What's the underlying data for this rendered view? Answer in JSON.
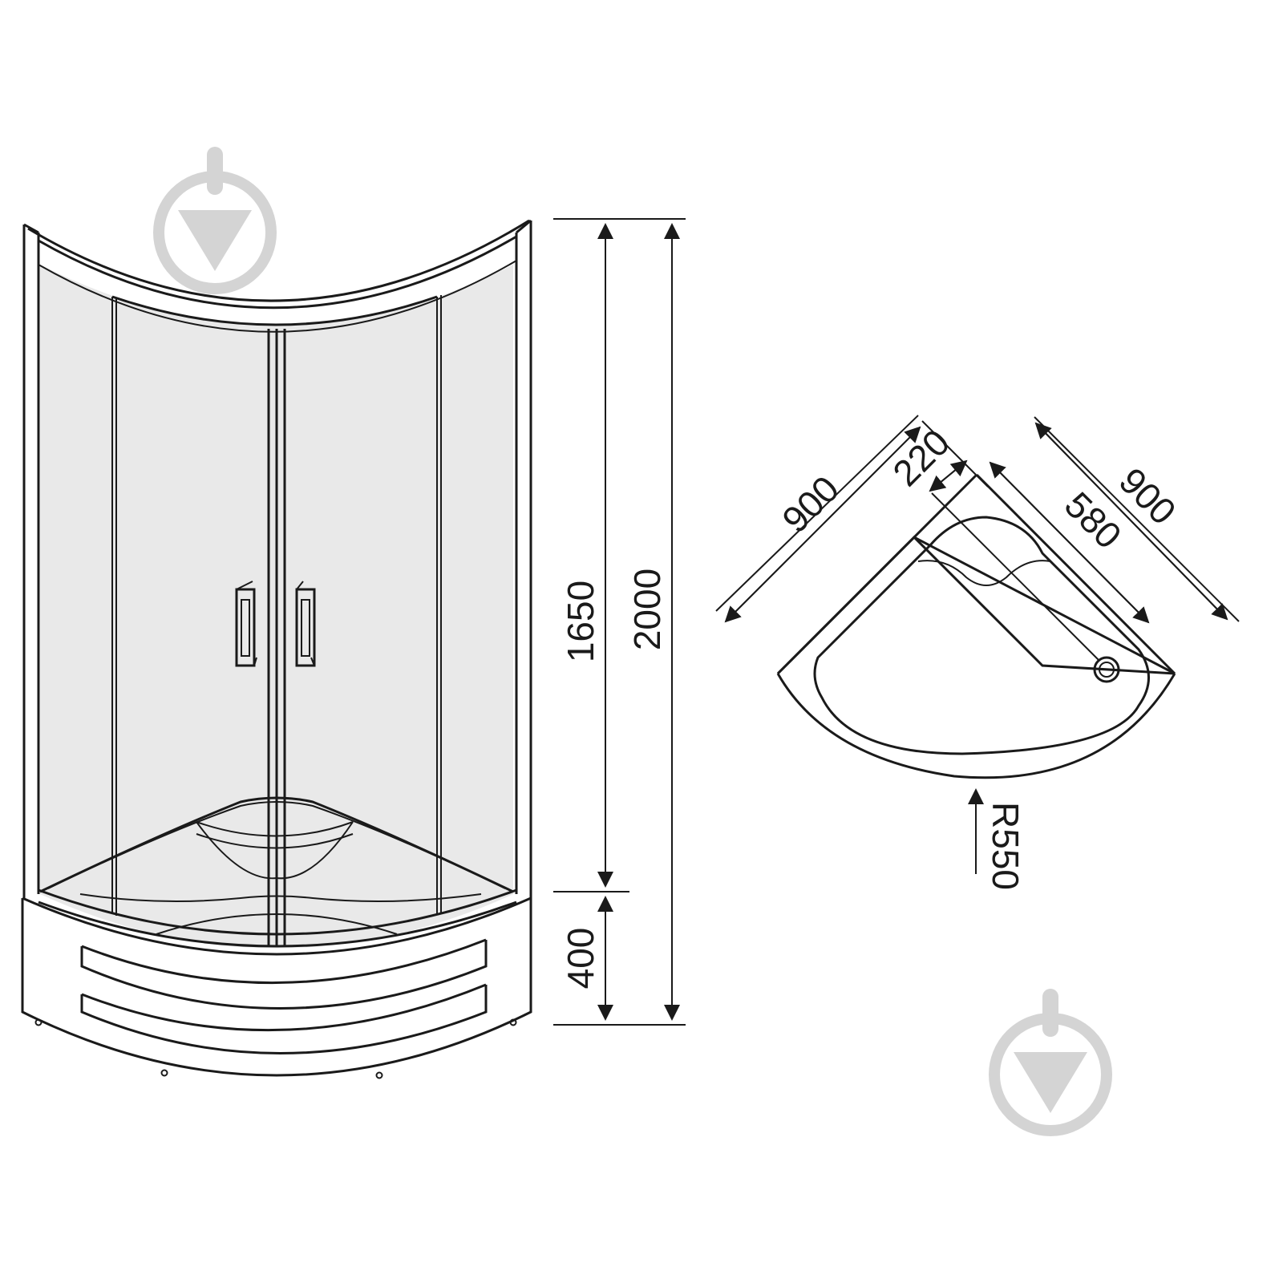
{
  "dimensions": {
    "door_height": "1650",
    "total_height": "2000",
    "tray_height": "400",
    "width_left": "900",
    "width_right": "900",
    "drain_offset": "220",
    "drain_distance": "580",
    "radius": "R550"
  },
  "colors": {
    "line": "#1a1a1a",
    "glass": "#e9e9e9",
    "watermark": "#d4d4d4"
  },
  "icons": [
    "watermark-logo-icon",
    "door-handle-icon",
    "drain-icon",
    "arrowhead-icon"
  ]
}
